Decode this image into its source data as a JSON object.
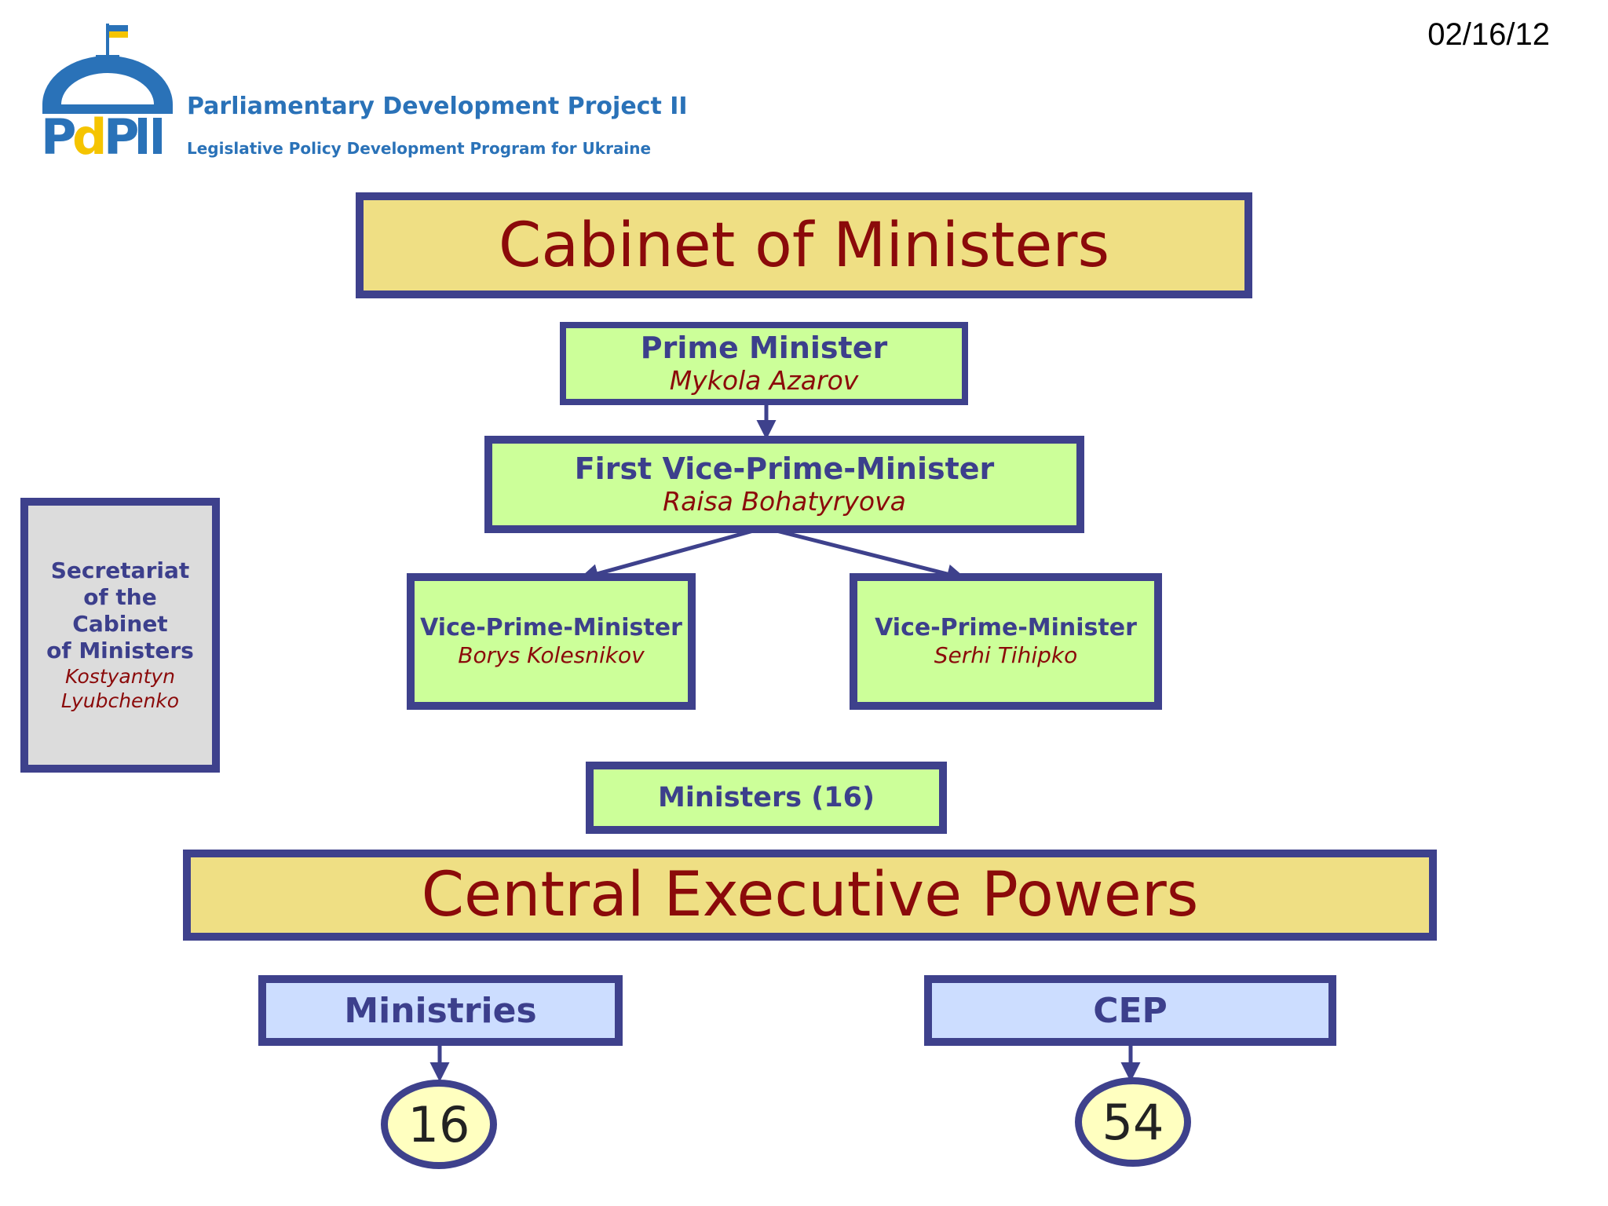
{
  "header": {
    "org_name": "Parliamentary Development Project II",
    "org_subtitle": "Legislative Policy Development Program for Ukraine",
    "logo_text": "PdPII",
    "date": "02/16/12"
  },
  "chart": {
    "cabinet_title": "Cabinet of Ministers",
    "prime_minister": {
      "title": "Prime Minister",
      "name": "Mykola Azarov"
    },
    "first_vice": {
      "title": "First Vice-Prime-Minister",
      "name": "Raisa Bohatyryova"
    },
    "vice_left": {
      "title": "Vice-Prime-Minister",
      "name": "Borys Kolesnikov"
    },
    "vice_right": {
      "title": "Vice-Prime-Minister",
      "name": "Serhi Tihipko"
    },
    "secretariat": {
      "line1": "Secretariat",
      "line2": "of the",
      "line3": "Cabinet",
      "line4": "of Ministers",
      "name1": "Kostyantyn",
      "name2": "Lyubchenko"
    },
    "ministers": "Ministers (16)",
    "central_title": "Central Executive Powers",
    "ministries": {
      "label": "Ministries",
      "count": "16"
    },
    "cep": {
      "label": "CEP",
      "count": "54"
    }
  },
  "colors": {
    "border": "#3e418c",
    "banner_fill": "#efdf84",
    "green_fill": "#ccff99",
    "blue_fill": "#ccddff",
    "dark_red": "#8b0a0a"
  }
}
